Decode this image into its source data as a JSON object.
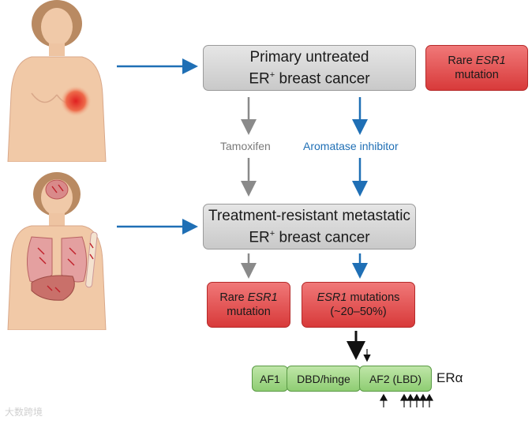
{
  "boxes": {
    "primary": {
      "line1": "Primary untreated",
      "line2_prefix": "ER",
      "line2_sup": "+",
      "line2_suffix": " breast cancer"
    },
    "rare_top": {
      "line1_prefix": "Rare ",
      "line1_em": "ESR1",
      "line2": "mutation"
    },
    "resistant": {
      "line1": "Treatment-resistant metastatic",
      "line2_prefix": "ER",
      "line2_sup": "+",
      "line2_suffix": " breast cancer"
    },
    "rare_bottom": {
      "line1_prefix": "Rare ",
      "line1_em": "ESR1",
      "line2": "mutation"
    },
    "esr1_mut": {
      "line1_em": "ESR1",
      "line1_suffix": " mutations",
      "line2": "(~20–50%)"
    }
  },
  "labels": {
    "tamoxifen": "Tamoxifen",
    "aromatase": "Aromatase inhibitor"
  },
  "domains": [
    "AF1",
    "DBD/hinge",
    "AF2 (LBD)"
  ],
  "protein_label": "ERα",
  "watermark": "大数跨境",
  "colors": {
    "blue_arrow": "#1f6fb5",
    "gray_arrow": "#8a8a8a",
    "aromatase_text": "#1f6fb5",
    "tamoxifen_text": "#7a7a7a"
  }
}
